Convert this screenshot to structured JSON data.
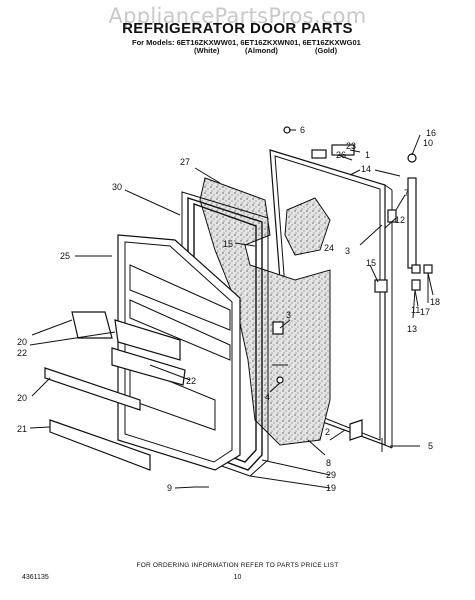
{
  "header": {
    "watermark": "AppliancePartsPros.com",
    "title": "REFRIGERATOR DOOR PARTS",
    "models": "For Models: 6ET16ZKXWW01, 6ET16ZKXWN01, 6ET16ZKXWG01",
    "color_white": "(White)",
    "color_almond": "(Almond)",
    "color_gold": "(Gold)"
  },
  "callouts": {
    "c1": "1",
    "c2": "2",
    "c3a": "3",
    "c3b": "3",
    "c4": "4",
    "c5": "5",
    "c6": "6",
    "c7": "7",
    "c8": "8",
    "c9": "9",
    "c10": "10",
    "c11": "11",
    "c12": "12",
    "c13": "13",
    "c14": "14",
    "c15a": "15",
    "c15b": "15",
    "c16": "16",
    "c17": "17",
    "c18": "18",
    "c19": "19",
    "c20a": "20",
    "c20b": "20",
    "c21": "21",
    "c22a": "22",
    "c22b": "22",
    "c23": "23",
    "c24": "24",
    "c25": "25",
    "c26": "26",
    "c27": "27",
    "c29": "29",
    "c30": "30"
  },
  "footer": {
    "note": "FOR ORDERING INFORMATION REFER TO PARTS PRICE LIST",
    "code": "4361135",
    "page": "10"
  }
}
